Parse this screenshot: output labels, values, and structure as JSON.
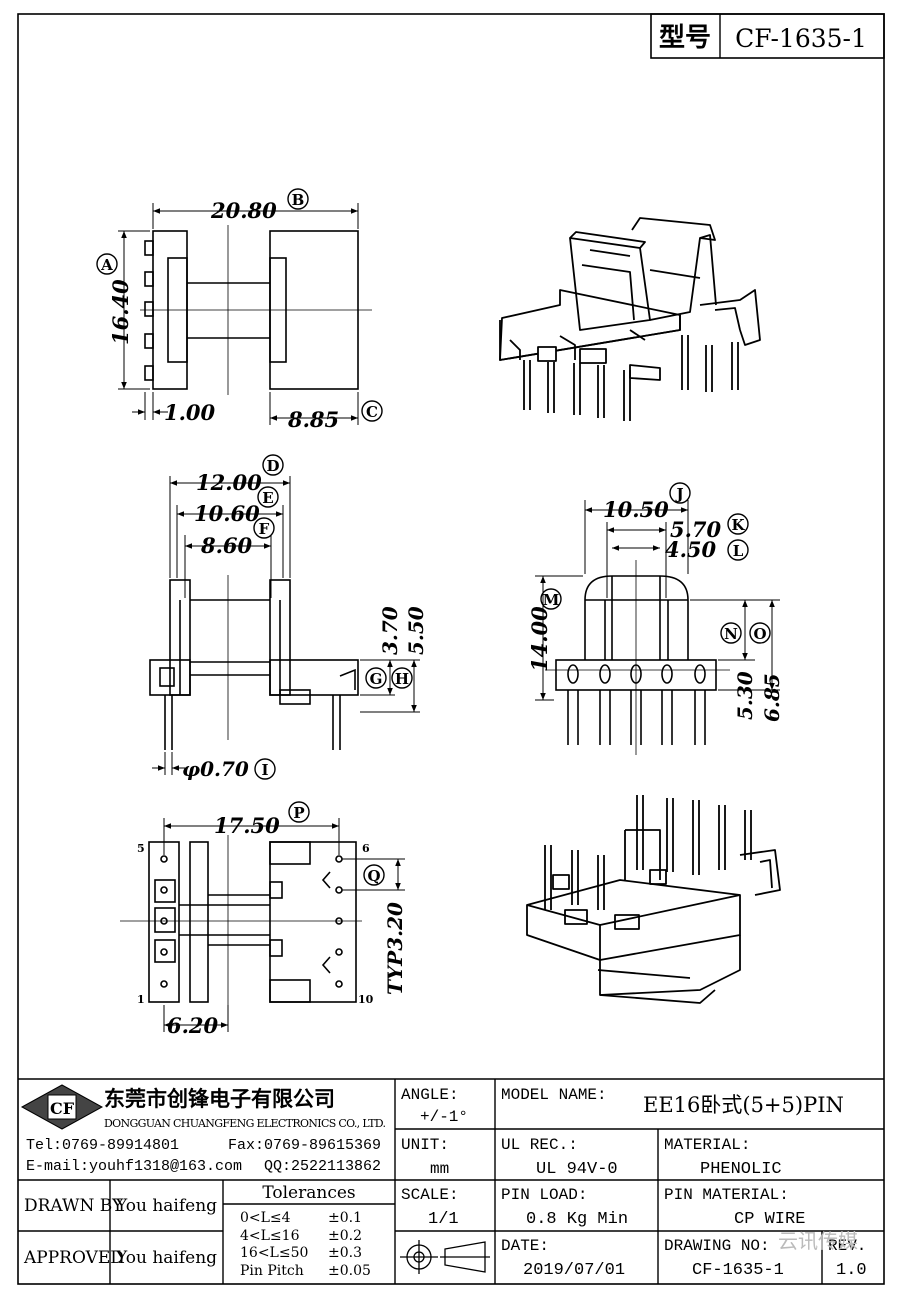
{
  "title_box": {
    "label_model": "型号",
    "part_number": "CF-1635-1"
  },
  "dimensions": {
    "A": {
      "letter": "A",
      "value": "16.40"
    },
    "B": {
      "letter": "B",
      "value": "20.80"
    },
    "C": {
      "letter": "C",
      "value": "8.85"
    },
    "pin_flange": {
      "value": "1.00"
    },
    "D": {
      "letter": "D",
      "value": "12.00"
    },
    "E": {
      "letter": "E",
      "value": "10.60"
    },
    "F": {
      "letter": "F",
      "value": "8.60"
    },
    "G": {
      "letter": "G",
      "value": "3.70"
    },
    "H": {
      "letter": "H",
      "value": "5.50"
    },
    "I": {
      "letter": "I",
      "value": "φ0.70"
    },
    "J": {
      "letter": "J",
      "value": "10.50"
    },
    "K": {
      "letter": "K",
      "value": "5.70"
    },
    "L": {
      "letter": "L",
      "value": "4.50"
    },
    "M": {
      "letter": "M",
      "value": "14.00"
    },
    "N": {
      "letter": "N",
      "value": "5.30"
    },
    "O": {
      "letter": "O",
      "value": "6.85"
    },
    "P": {
      "letter": "P",
      "value": "17.50"
    },
    "Q": {
      "letter": "Q",
      "value": "TYP3.20"
    },
    "pin_row": {
      "value": "6.20"
    }
  },
  "pin_labels": {
    "p1": "1",
    "p5": "5",
    "p6": "6",
    "p10": "10"
  },
  "company": {
    "logo_text": "CF",
    "name_cn": "东莞市创锋电子有限公司",
    "name_en": "DONGGUAN CHUANGFENG ELECTRONICS CO., LTD.",
    "tel": "Tel:0769-89914801",
    "fax": "Fax:0769-89615369",
    "email": "E-mail:youhf1318@163.com",
    "qq": "QQ:2522113862"
  },
  "titleblock": {
    "angle_label": "ANGLE:",
    "angle_value": "+/-1°",
    "unit_label": "UNIT:",
    "unit_value": "mm",
    "scale_label": "SCALE:",
    "scale_value": "1/1",
    "model_label": "MODEL NAME:",
    "model_value": "EE16卧式(5+5)PIN",
    "ul_label": "UL REC.:",
    "ul_value": "UL 94V-0",
    "material_label": "MATERIAL:",
    "material_value": "PHENOLIC",
    "pinload_label": "PIN LOAD:",
    "pinload_value": "0.8 Kg Min",
    "pinmat_label": "PIN MATERIAL:",
    "pinmat_value": "CP WIRE",
    "date_label": "DATE:",
    "date_value": "2019/07/01",
    "drawno_label": "DRAWING NO:",
    "drawno_value": "CF-1635-1",
    "rev_label": "REV.",
    "rev_value": "1.0",
    "drawn_label": "DRAWN BY",
    "drawn_value": "You haifeng",
    "approved_label": "APPROVED",
    "approved_value": "You haifeng",
    "tol_title": "Tolerances",
    "tol_rows": [
      {
        "range": "0<L≤4",
        "tol": "±0.1"
      },
      {
        "range": "4<L≤16",
        "tol": "±0.2"
      },
      {
        "range": "16<L≤50",
        "tol": "±0.3"
      },
      {
        "range": "Pin Pitch",
        "tol": "±0.05"
      }
    ]
  },
  "watermark": "云讯传媒"
}
